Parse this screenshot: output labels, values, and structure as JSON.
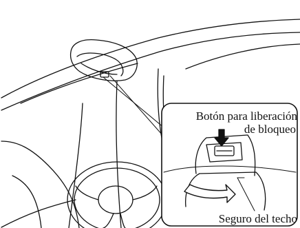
{
  "diagram": {
    "callouts": {
      "release_button_line1": "Botón para liberación",
      "release_button_line2": "de bloqueo",
      "roof_lock": "Seguro del techo"
    }
  }
}
